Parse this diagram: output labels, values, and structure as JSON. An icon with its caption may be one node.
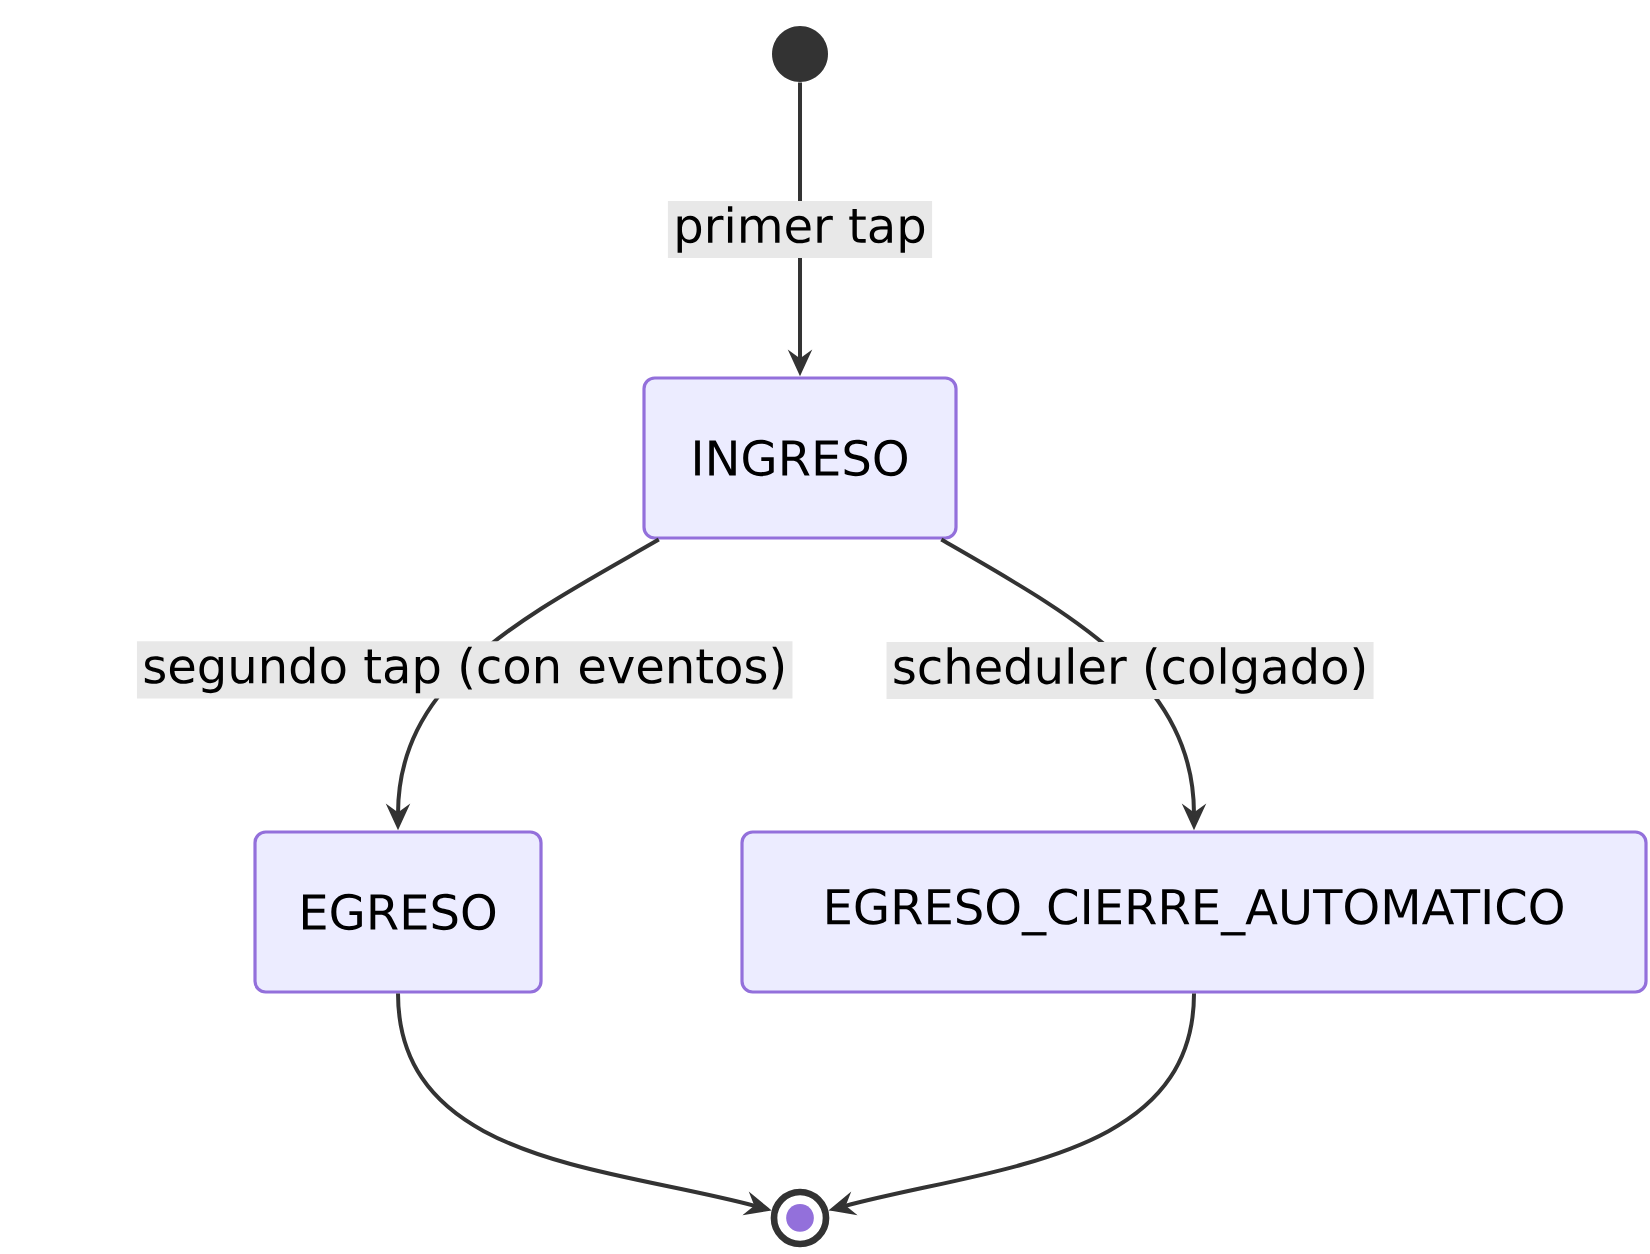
{
  "diagram": {
    "nodes": [
      {
        "text": [],
        "shape": "circle"
      },
      {
        "text": [
          "INGRESO"
        ]
      },
      {
        "text": [
          "EGRESO"
        ]
      },
      {
        "text": [
          "EGRESO_CIERRE_AUTOMATICO"
        ]
      },
      {
        "text": [],
        "shape": "circle"
      }
    ],
    "edges": [
      {
        "from": 0,
        "to": 1,
        "arrow": "to",
        "label": "primer tap"
      },
      {
        "from": 1,
        "to": 2,
        "arrow": "to",
        "label": "segundo tap (con eventos)"
      },
      {
        "from": 1,
        "to": 3,
        "arrow": "to",
        "label": "scheduler (colgado)"
      },
      {
        "from": 2,
        "to": 4,
        "arrow": "to"
      },
      {
        "from": 3,
        "to": 4,
        "arrow": "to"
      }
    ]
  }
}
